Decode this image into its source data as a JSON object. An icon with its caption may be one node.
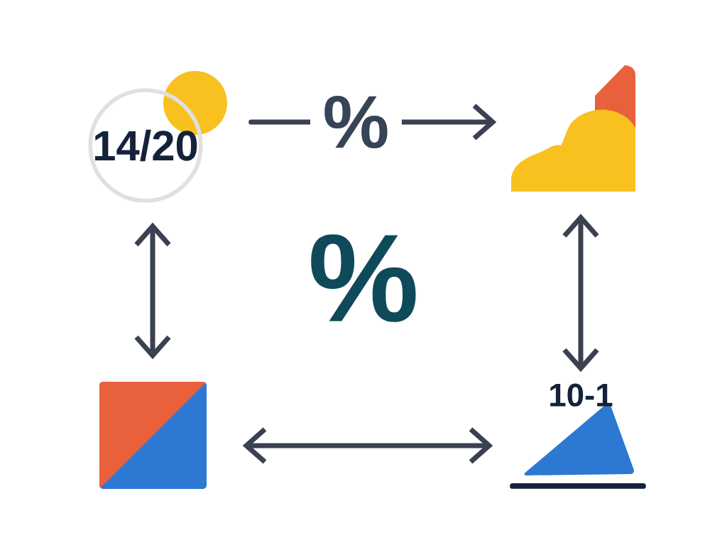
{
  "diagram": {
    "nodes": [
      {
        "text": [
          "14/20"
        ]
      },
      {
        "text": [],
        "shape": "picture"
      },
      {
        "text": [],
        "shape": "box"
      },
      {
        "text": [
          "10-1"
        ]
      }
    ],
    "edges": [
      {
        "from": 0,
        "to": 1,
        "arrow": "to",
        "label": "%"
      },
      {
        "from": 0,
        "to": 2,
        "arrow": "both"
      },
      {
        "from": 1,
        "to": 3,
        "arrow": "both"
      },
      {
        "from": 2,
        "to": 3,
        "arrow": "both"
      }
    ],
    "labels": [
      "%"
    ]
  }
}
